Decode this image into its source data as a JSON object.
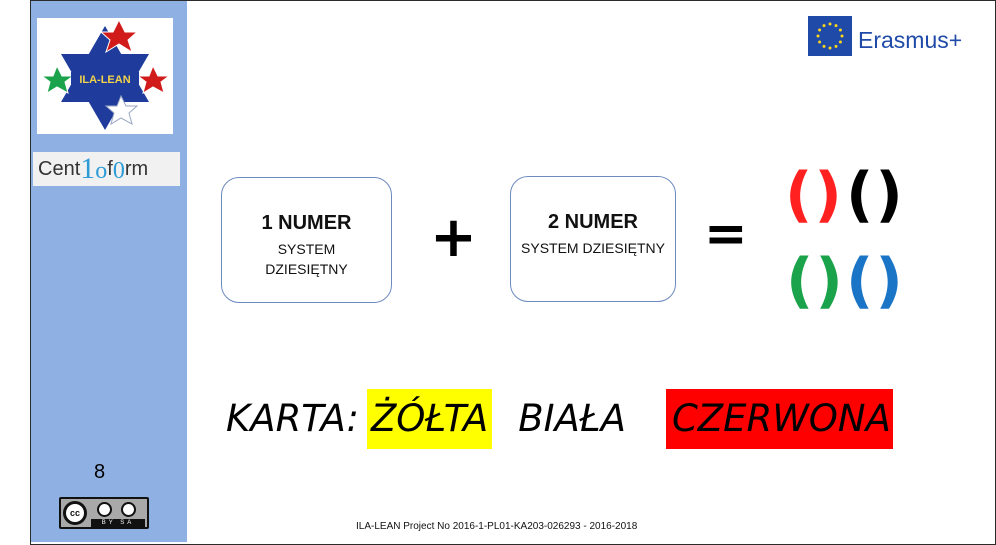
{
  "sidebar": {
    "logo_text": "ILA-LEAN",
    "partner_logo": {
      "pre": "Cen",
      "t1": "t",
      "big1": "1",
      "mid": "o",
      "fo": "f",
      "big2": "0",
      "rm": "rm",
      "text": "Centoform"
    },
    "page_number": "8",
    "license": {
      "cc": "cc",
      "strip": "BY SA"
    }
  },
  "erasmus": {
    "label": "Erasmus+"
  },
  "equation": {
    "box1": {
      "title": "1 NUMER",
      "sub": "SYSTEM DZIESIĘTNY"
    },
    "plus": "+",
    "box2": {
      "title": "2 NUMER",
      "sub": "SYSTEM DZIESIĘTNY"
    },
    "equals": "=",
    "parens": "()"
  },
  "cards": {
    "label": "KARTA:",
    "yellow": "ŻÓŁTA",
    "white": "BIAŁA",
    "red": "CZERWONA"
  },
  "footer": "ILA-LEAN Project No 2016-1-PL01-KA203-026293 - 2016-2018",
  "colors": {
    "sidebar": "#8fb0e2",
    "logo_blue": "#1f3c9c",
    "paren_red": "#ff2020",
    "paren_black": "#000000",
    "paren_green": "#1aa34a",
    "paren_blue": "#1b75c6",
    "highlight_yellow": "#ffff00",
    "highlight_red": "#ff0000"
  },
  "icons": [
    "star-of-david-logo",
    "eu-flag-icon",
    "creative-commons-icon"
  ]
}
